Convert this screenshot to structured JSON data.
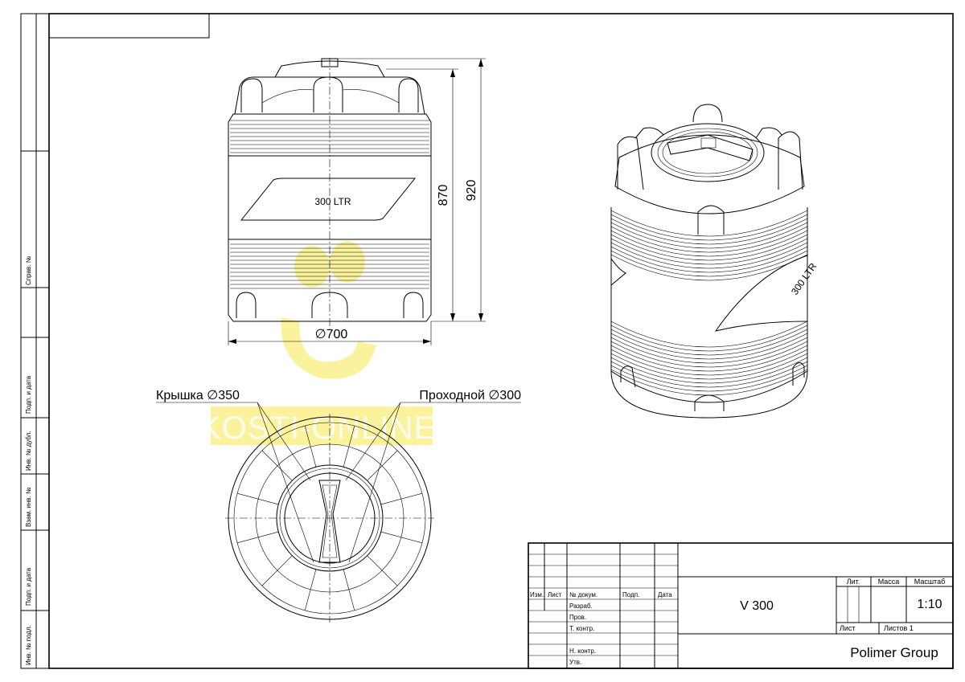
{
  "side_stamps": [
    "Справ. №",
    "Подп. и дата",
    "Инв. № дубл.",
    "Взам. инв. №",
    "Подп. и дата",
    "Инв. № подл."
  ],
  "front_view": {
    "label": "300 LTR",
    "dim_diameter": "∅700",
    "dim_height_inner": "870",
    "dim_height_outer": "920"
  },
  "top_view": {
    "lid_label": "Крышка ∅350",
    "passage_label": "Проходной ∅300"
  },
  "iso_view": {
    "label": "300 LTR"
  },
  "watermark": {
    "text": "EMKOSTI-ONLINE.RU"
  },
  "title_block": {
    "headers": [
      "Изм.",
      "Лист",
      "№ докум.",
      "Подп.",
      "Дата"
    ],
    "roles": [
      "Разраб.",
      "Пров.",
      "Т. контр.",
      "",
      "Н. контр.",
      "Утв."
    ],
    "designation": "V 300",
    "col_lit": "Лит.",
    "col_mass": "Масса",
    "col_scale": "Масштаб",
    "scale": "1:10",
    "sheet": "Лист",
    "sheets": "Листов 1",
    "company": "Polimer Group"
  }
}
